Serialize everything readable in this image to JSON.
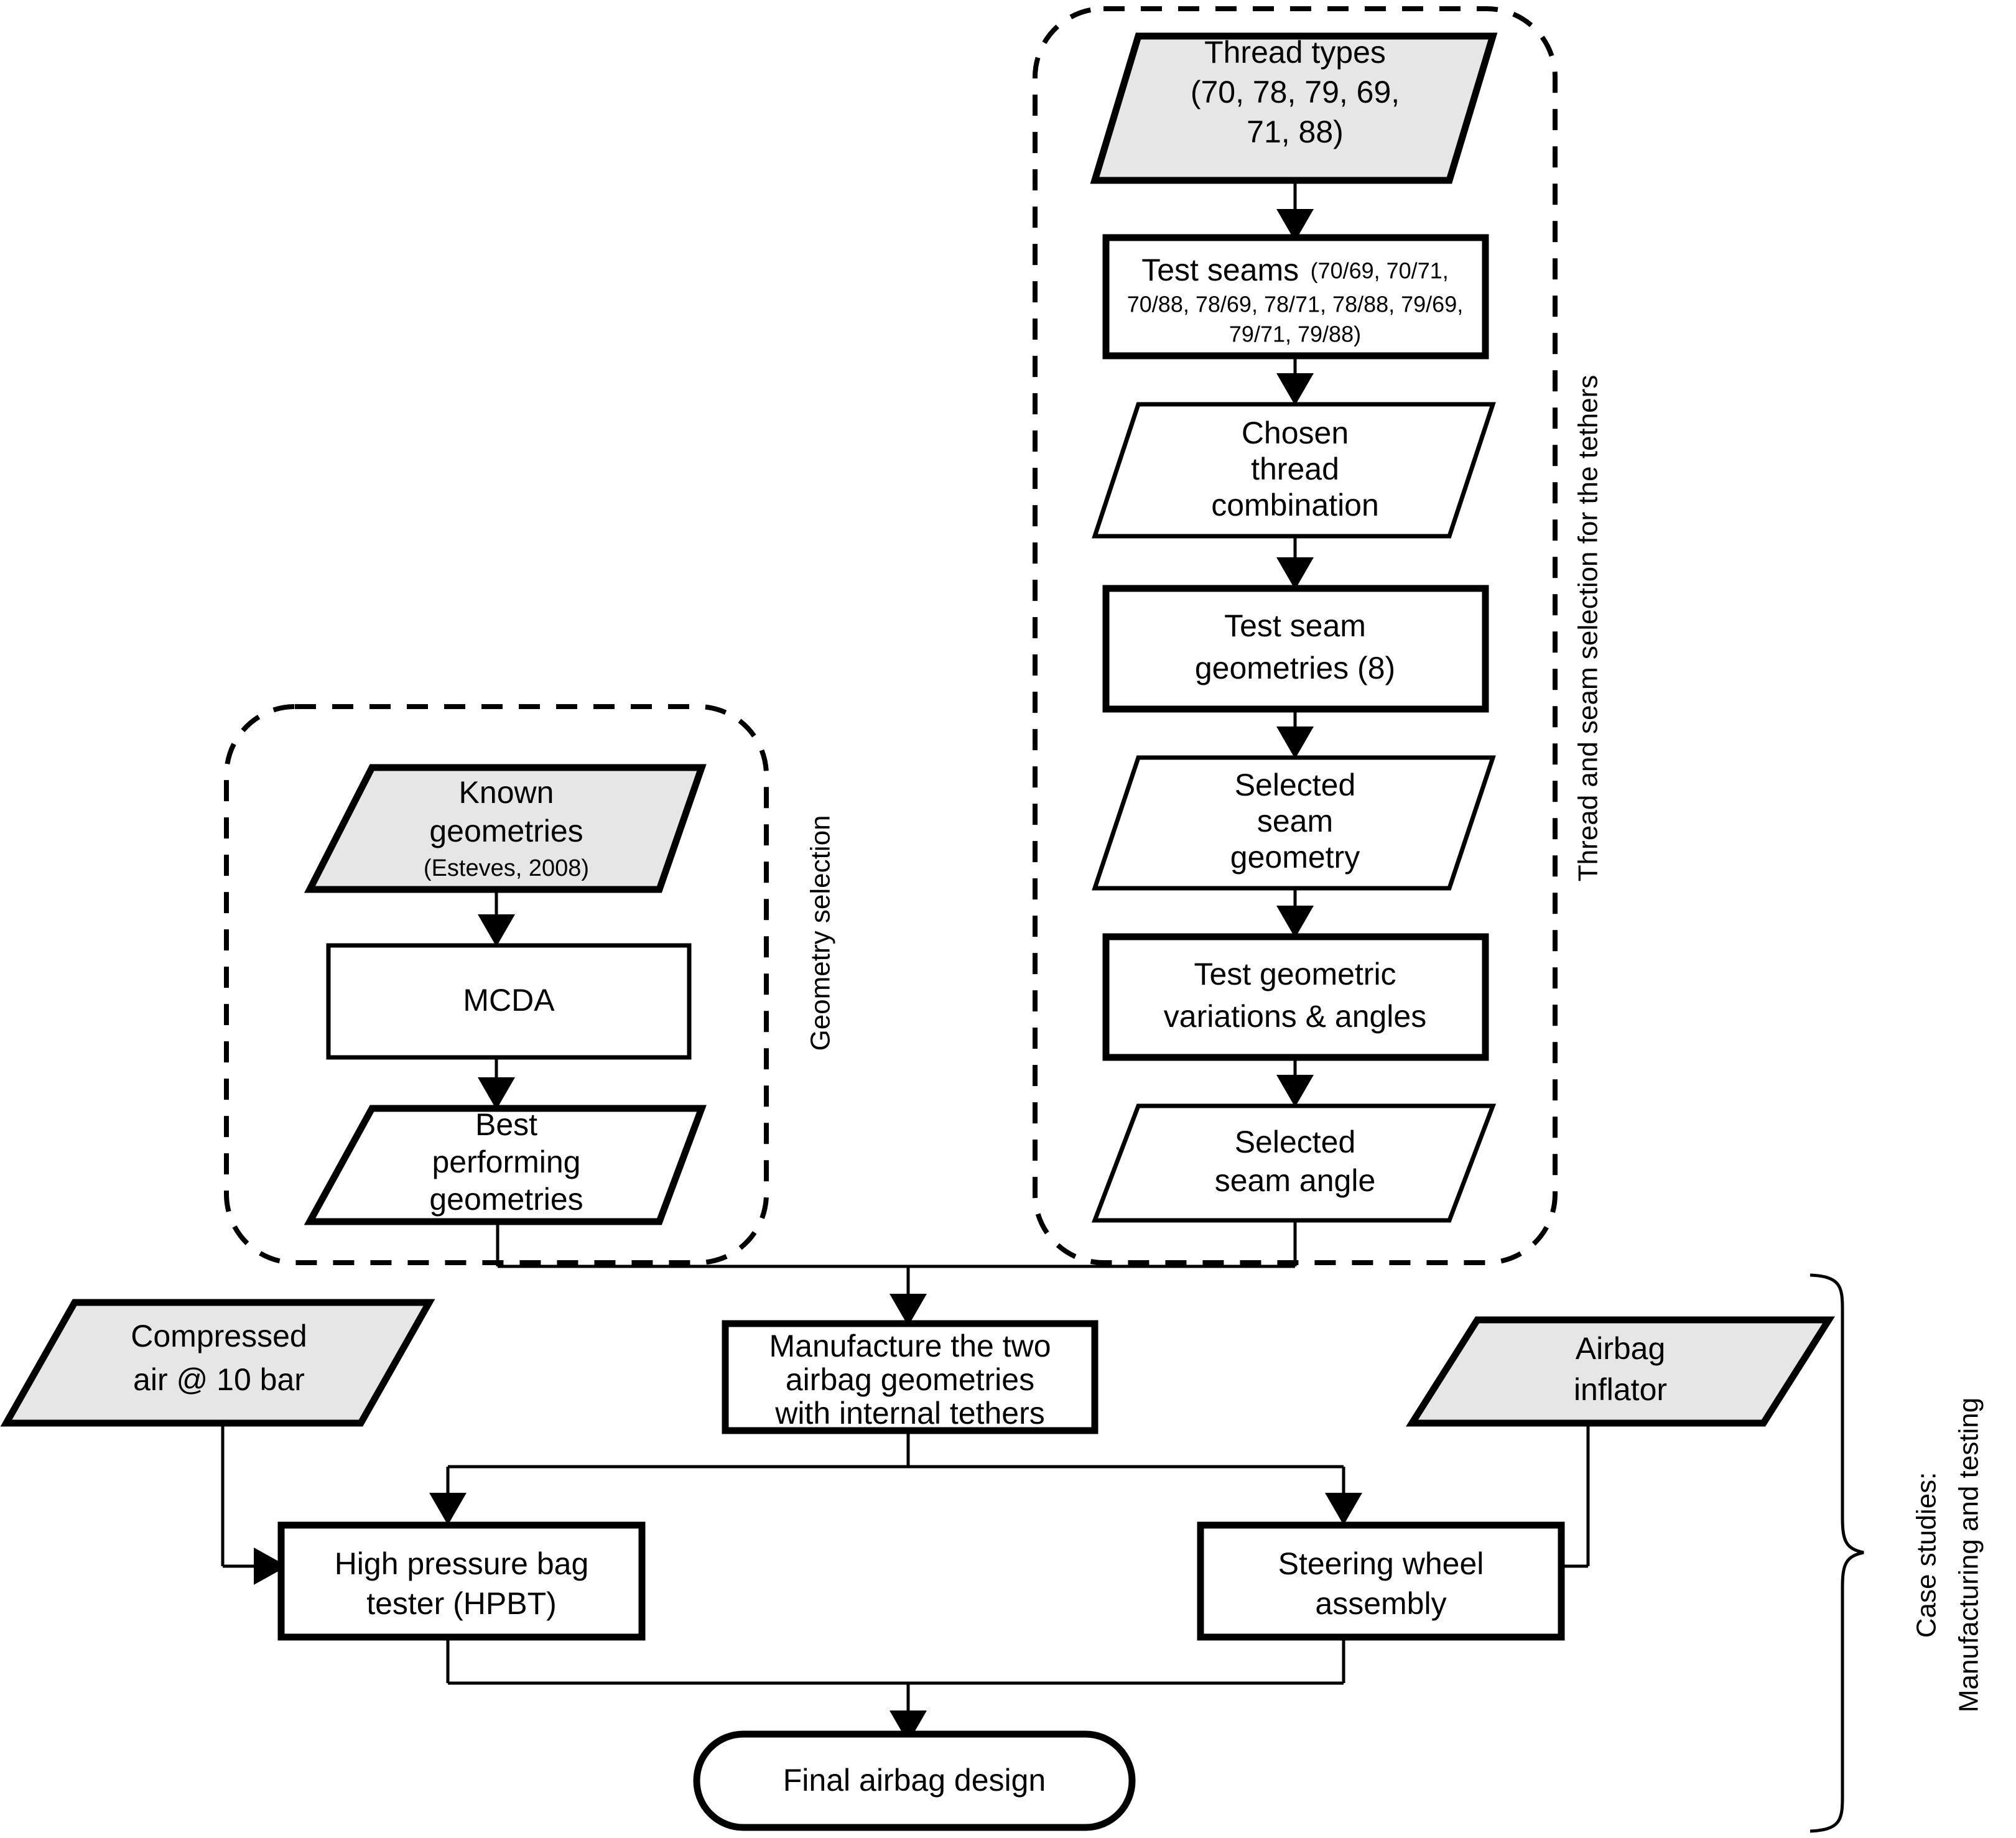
{
  "diagram": {
    "title": "Airbag design methodology flowchart",
    "colors": {
      "input_fill": "#e6e6e6",
      "process_fill": "#ffffff",
      "stroke": "#000000"
    },
    "groups": [
      {
        "id": "geometry-selection",
        "label": "Geometry selection",
        "style": "dashed-rounded"
      },
      {
        "id": "thread-seam-selection",
        "label": "Thread and seam selection for the tethers",
        "style": "dashed-rounded"
      },
      {
        "id": "case-studies",
        "label_line1": "Case studies:",
        "label_line2": "Manufacturing and testing",
        "style": "brace"
      }
    ],
    "nodes": {
      "thread_types": {
        "shape": "parallelogram",
        "fill": "grey",
        "lines": [
          "Thread types",
          "(70, 78, 79, 69,",
          "71, 88)"
        ]
      },
      "test_seams": {
        "shape": "rect",
        "fill": "white",
        "title": "Test seams",
        "detail_lines": [
          "(70/69, 70/71,",
          "70/88, 78/69, 78/71, 78/88, 79/69,",
          "79/71, 79/88)"
        ]
      },
      "chosen_thread_combination": {
        "shape": "parallelogram",
        "fill": "white",
        "lines": [
          "Chosen",
          "thread",
          "combination"
        ]
      },
      "test_seam_geometries": {
        "shape": "rect",
        "fill": "white",
        "lines": [
          "Test seam",
          "geometries (8)"
        ]
      },
      "selected_seam_geometry": {
        "shape": "parallelogram",
        "fill": "white",
        "lines": [
          "Selected",
          "seam",
          "geometry"
        ]
      },
      "test_geometric_variations": {
        "shape": "rect",
        "fill": "white",
        "lines": [
          "Test geometric",
          "variations & angles"
        ]
      },
      "selected_seam_angle": {
        "shape": "parallelogram",
        "fill": "white",
        "lines": [
          "Selected",
          "seam angle"
        ]
      },
      "known_geometries": {
        "shape": "parallelogram",
        "fill": "grey",
        "lines": [
          "Known",
          "geometries"
        ],
        "citation": "(Esteves, 2008)"
      },
      "mcda": {
        "shape": "rect",
        "fill": "white",
        "lines": [
          "MCDA"
        ]
      },
      "best_performing_geometries": {
        "shape": "parallelogram",
        "fill": "white",
        "lines": [
          "Best",
          "performing",
          "geometries"
        ]
      },
      "compressed_air": {
        "shape": "parallelogram",
        "fill": "grey",
        "lines": [
          "Compressed",
          "air @ 10 bar"
        ]
      },
      "manufacture_airbags": {
        "shape": "rect",
        "fill": "white",
        "lines": [
          "Manufacture the two",
          "airbag geometries",
          "with internal tethers"
        ]
      },
      "airbag_inflator": {
        "shape": "parallelogram",
        "fill": "grey",
        "lines": [
          "Airbag",
          "inflator"
        ]
      },
      "hpbt": {
        "shape": "rect",
        "fill": "white",
        "lines": [
          "High pressure bag",
          "tester (HPBT)"
        ]
      },
      "steering_wheel_assembly": {
        "shape": "rect",
        "fill": "white",
        "lines": [
          "Steering wheel",
          "assembly"
        ]
      },
      "final_airbag_design": {
        "shape": "stadium",
        "fill": "white",
        "lines": [
          "Final airbag design"
        ]
      }
    }
  }
}
